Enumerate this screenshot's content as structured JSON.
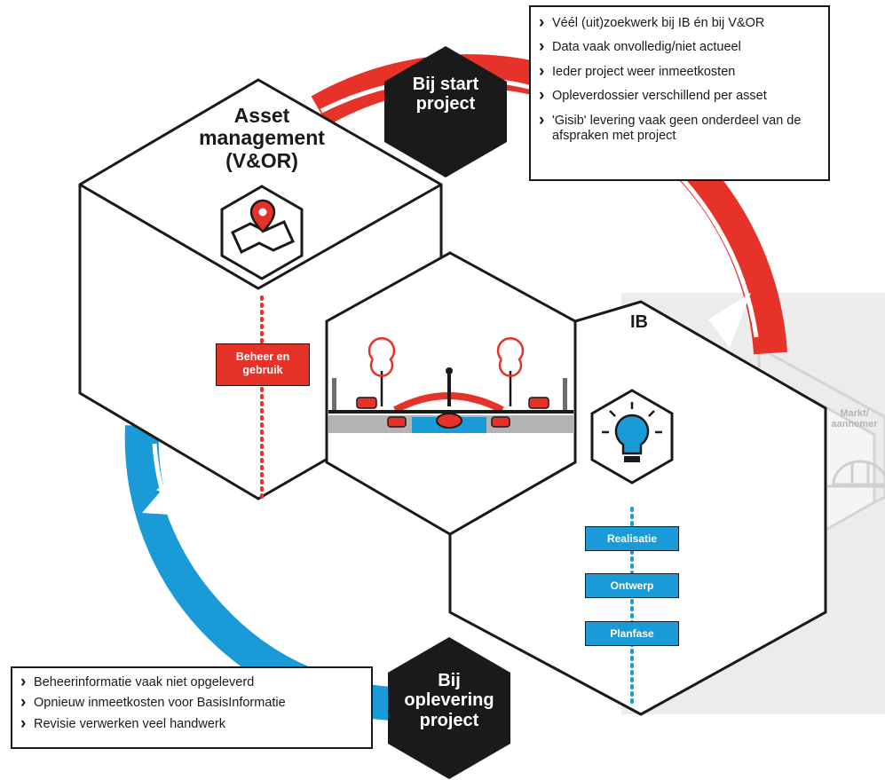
{
  "top_notes": [
    "Véél (uit)zoekwerk bij IB én bij V&OR",
    "Data vaak onvolledig/niet actueel",
    "Ieder project weer inmeetkosten",
    "Opleverdossier verschillend per asset",
    "'Gisib' levering vaak geen onderdeel van de afspraken met project"
  ],
  "bottom_notes": [
    "Beheerinformatie vaak niet opgeleverd",
    "Opnieuw inmeetkosten voor BasisInformatie",
    "Revisie verwerken veel handwerk"
  ],
  "start_hex": {
    "line1": "Bij start",
    "line2": "project"
  },
  "delivery_hex": {
    "line1": "Bij",
    "line2": "oplevering",
    "line3": "project"
  },
  "asset_management": {
    "line1": "Asset",
    "line2": "management",
    "line3": "(V&OR)",
    "stage": "Beheer en gebruik"
  },
  "ib": {
    "title": "IB",
    "phases": [
      "Realisatie",
      "Ontwerp",
      "Planfase"
    ]
  },
  "market": {
    "line1": "Markt/",
    "line2": "aannemer"
  },
  "colors": {
    "red": "#e63228",
    "blue": "#1a9ad6",
    "black": "#1a1a1a",
    "grey": "#ececec",
    "road": "#b3b3b3"
  },
  "icons": [
    "map-pin-icon",
    "lightbulb-icon",
    "helmet-icon",
    "arrow-icon"
  ]
}
